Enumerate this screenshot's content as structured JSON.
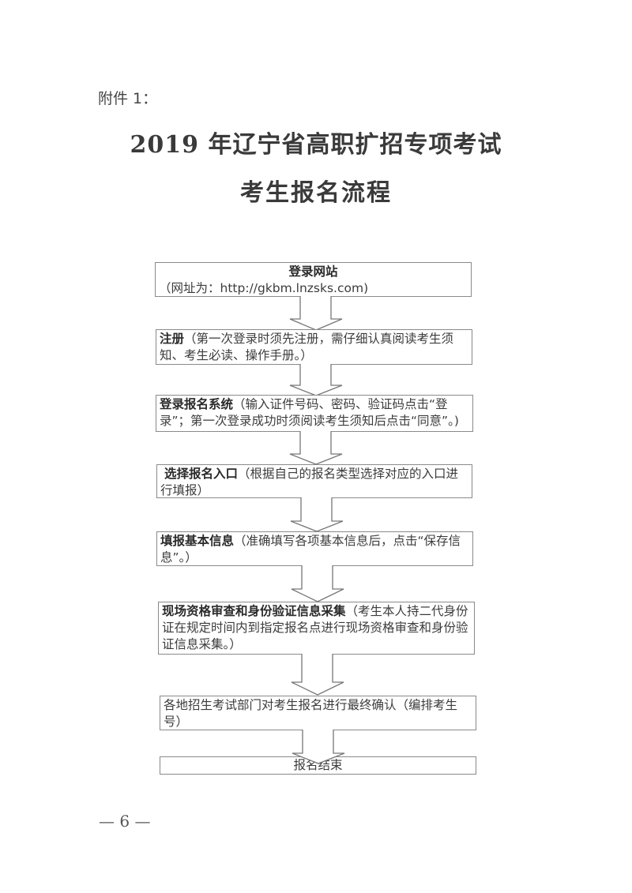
{
  "header": {
    "attachment_label": "附件 1：",
    "title_line1": "2019 年辽宁省高职扩招专项考试",
    "title_line2": "考生报名流程"
  },
  "flow": {
    "steps": [
      {
        "bold": "登录网站",
        "detail": "（网址为：http://gkbm.lnzsks.com)"
      },
      {
        "bold": "注册",
        "detail": "（第一次登录时须先注册，需仔细认真阅读考生须知、考生必读、操作手册。）"
      },
      {
        "bold": "登录报名系统",
        "detail": "（输入证件号码、密码、验证码点击“登录”；第一次登录成功时须阅读考生须知后点击“同意”。)"
      },
      {
        "bold": "选择报名入口",
        "detail": "（根据自己的报名类型选择对应的入口进行填报）"
      },
      {
        "bold": "填报基本信息",
        "detail": "（准确填写各项基本信息后，点击“保存信息”。）"
      },
      {
        "bold": "现场资格审查和身份验证信息采集",
        "detail": "（考生本人持二代身份证在规定时间内到指定报名点进行现场资格审查和身份验证信息采集。）"
      },
      {
        "bold": "",
        "detail": "各地招生考试部门对考生报名进行最终确认（编排考生号）"
      },
      {
        "bold": "",
        "detail": "报名结束"
      }
    ]
  },
  "footer": {
    "page_number": "— 6 —"
  }
}
